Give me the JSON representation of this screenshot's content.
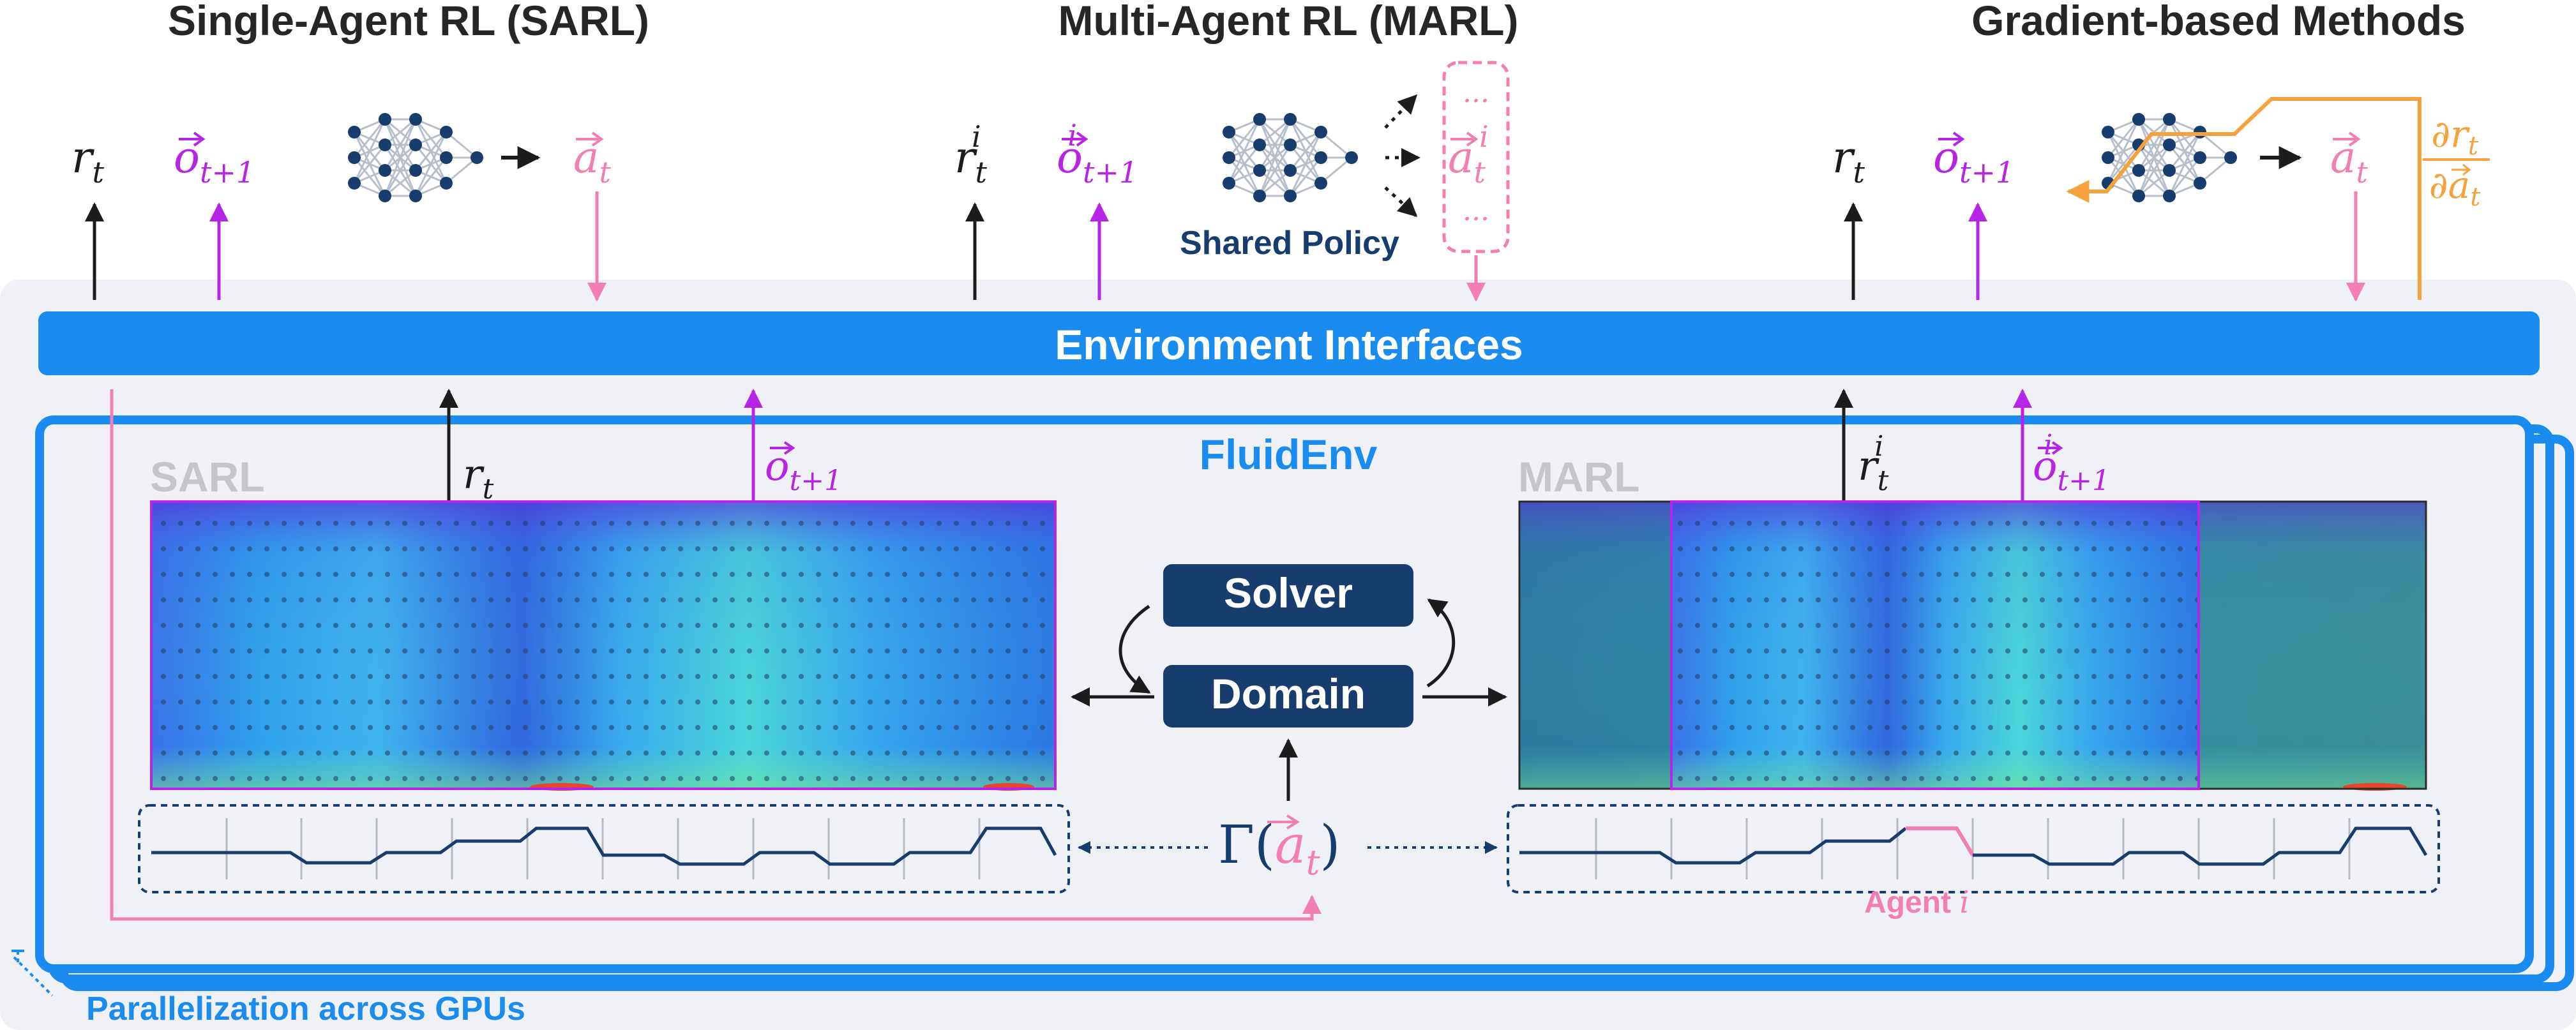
{
  "titles": {
    "sarl": "Single-Agent RL (SARL)",
    "marl": "Multi-Agent RL (MARL)",
    "grad": "Gradient-based Methods"
  },
  "symbols": {
    "reward": "r",
    "reward_sub": "t",
    "reward_sup_agent": "i",
    "obs": "o",
    "obs_sub": "t+1",
    "action": "a",
    "action_sub": "t",
    "agent_sup": "i",
    "grad_num_r": "r",
    "grad_num_sub": "t",
    "grad_den_a": "a",
    "grad_den_sub": "t",
    "partial": "∂",
    "gamma_prefix": "Γ(",
    "gamma_suffix": ")",
    "ellipsis": "..."
  },
  "labels": {
    "shared_policy": "Shared Policy",
    "env_interfaces": "Environment Interfaces",
    "fluidenv": "FluidEnv",
    "sarl_panel": "SARL",
    "marl_panel": "MARL",
    "solver": "Solver",
    "domain": "Domain",
    "agent_prefix": "Agent ",
    "agent_var": "i",
    "parallel": "Parallelization across GPUs"
  },
  "colors": {
    "blue": "#1a8cf0",
    "navy": "#173c6e",
    "magenta": "#b824e6",
    "pink": "#f27eb4",
    "orange": "#f5a13c",
    "panel_bg": "#f0f1f6",
    "title_gray": "#262626",
    "faded_gray": "#c4c6cc"
  }
}
